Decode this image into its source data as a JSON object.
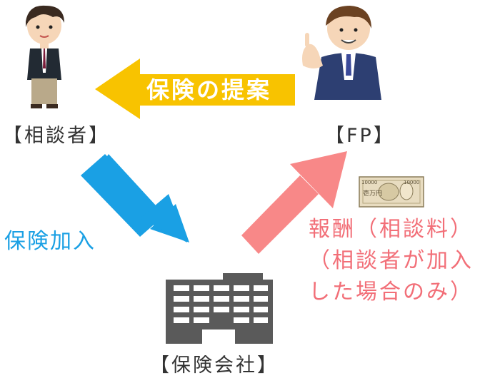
{
  "nodes": {
    "client": {
      "label": "【相談者】"
    },
    "fp": {
      "label": "【FP】"
    },
    "insurer": {
      "label": "【保険会社】"
    }
  },
  "edges": {
    "proposal": {
      "label": "保険の提案",
      "color": "#f8c300"
    },
    "enroll": {
      "label": "保険加入",
      "color": "#1aa0e4"
    },
    "fee": {
      "lines": [
        "報酬（相談料）",
        "（相談者が加入",
        "した場合のみ）"
      ],
      "color": "#f88888"
    }
  },
  "banknote": {
    "denomination": "10000",
    "text": "壱万円"
  }
}
